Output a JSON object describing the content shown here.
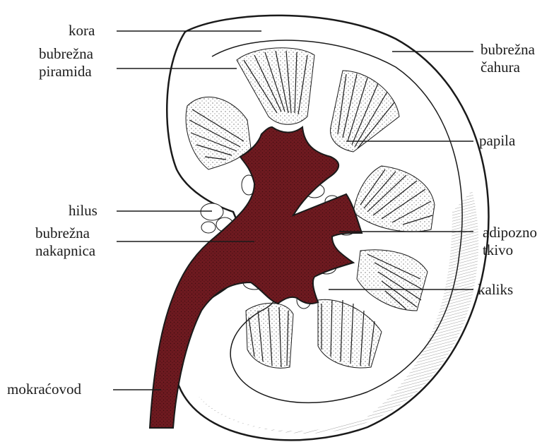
{
  "labels": {
    "kora": "kora",
    "piramida_line1": "bubrežna",
    "piramida_line2": "piramida",
    "hilus": "hilus",
    "nakapnica_line1": "bubrežna",
    "nakapnica_line2": "nakapnica",
    "mokracovod": "mokraćovod",
    "cahura_line1": "bubrežna",
    "cahura_line2": "čahura",
    "papila": "papila",
    "adipozno_line1": "adipozno",
    "adipozno_line2": "tkivo",
    "kaliks": "kaliks"
  },
  "colors": {
    "pelvis": "#6e1a20",
    "pelvis_dot": "#3e0c10",
    "outline": "#1a1a1a",
    "background": "#ffffff"
  }
}
